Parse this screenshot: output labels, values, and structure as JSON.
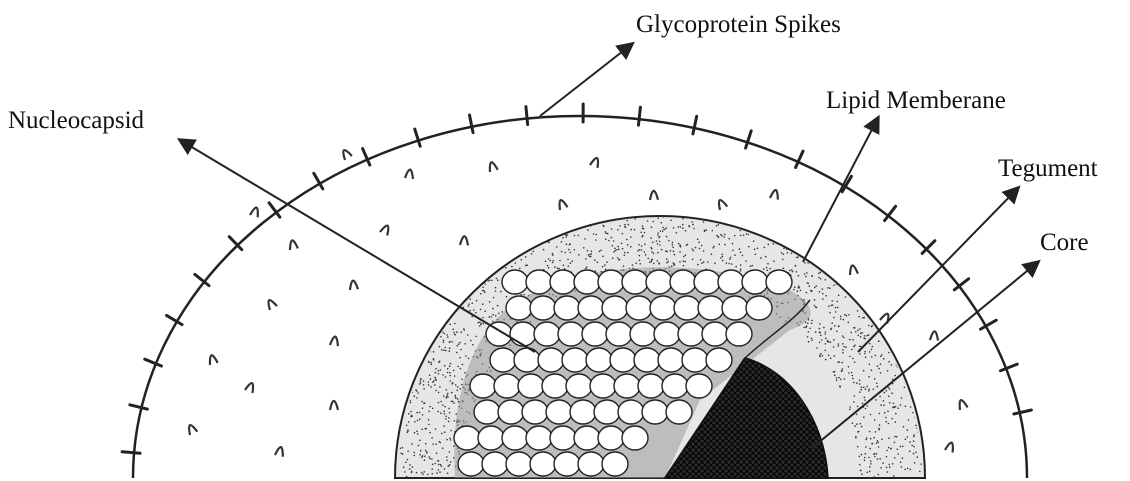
{
  "diagram": {
    "labels": {
      "glycoprotein_spikes": "Glycoprotein Spikes",
      "nucleocapsid": "Nucleocapsid",
      "lipid_membrane": "Lipid Memberane",
      "tegument": "Tegument",
      "core": "Core"
    }
  },
  "colors": {
    "ink": "#111111",
    "background": "#ffffff"
  }
}
